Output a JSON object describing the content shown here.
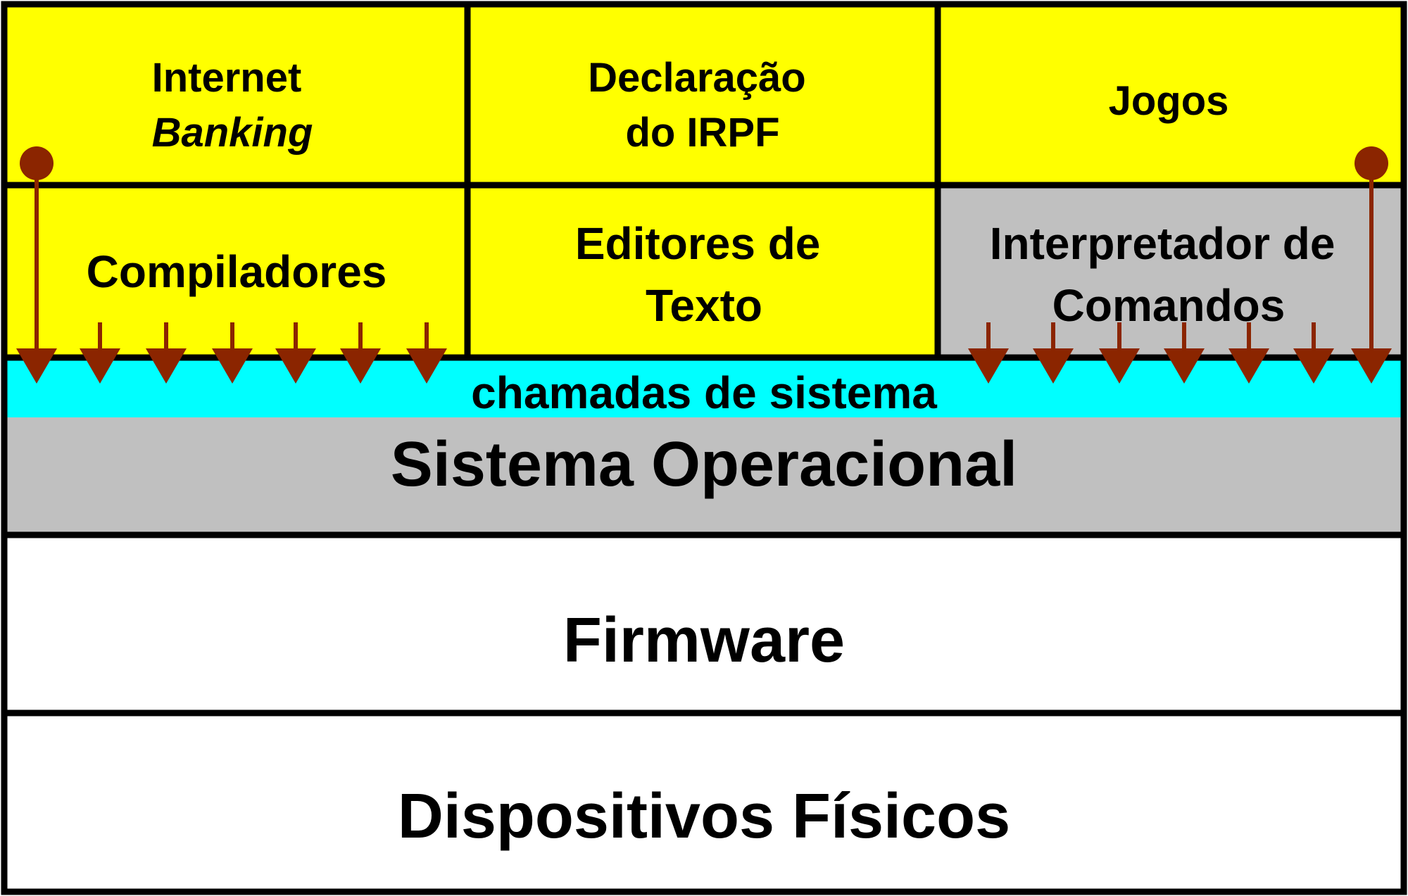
{
  "colors": {
    "applications": "#ffff00",
    "interpreter": "#c0c0c0",
    "system_calls": "#00ffff",
    "operating_system": "#c0c0c0",
    "hardware_layers": "#ffffff",
    "borders": "#000000",
    "arrows": "#8b2500"
  },
  "applications": {
    "internet_banking": {
      "line1": "Internet",
      "line2": "Banking"
    },
    "irpf": {
      "line1": "Declaração",
      "line2": "do IRPF"
    },
    "games": {
      "label": "Jogos"
    },
    "compilers": {
      "label": "Compiladores"
    },
    "text_editors": {
      "line1": "Editores de",
      "line2": "Texto"
    },
    "command_interpreter": {
      "line1": "Interpretador de",
      "line2": "Comandos"
    }
  },
  "layers": {
    "system_calls": "chamadas de sistema",
    "operating_system": "Sistema Operacional",
    "firmware": "Firmware",
    "physical_devices": "Dispositivos Físicos"
  }
}
